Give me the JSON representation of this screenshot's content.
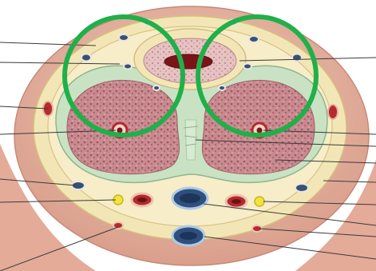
{
  "image": {
    "subject": "penis-cross-section-illustration",
    "highlight_color": "#1fb04a",
    "label_line_color": "#3a3a3a",
    "label_lines_left": 7,
    "label_lines_right": 9,
    "highlighted_regions": 2
  },
  "colors": {
    "skin": "#e7b7a6",
    "fascia_yellow": "#f3e6b6",
    "tunica": "#c9e2c4",
    "cavernosum": "#c98f92",
    "artery": "#b52a2c",
    "vein": "#3a5f95",
    "nerve": "#f2e43a"
  }
}
